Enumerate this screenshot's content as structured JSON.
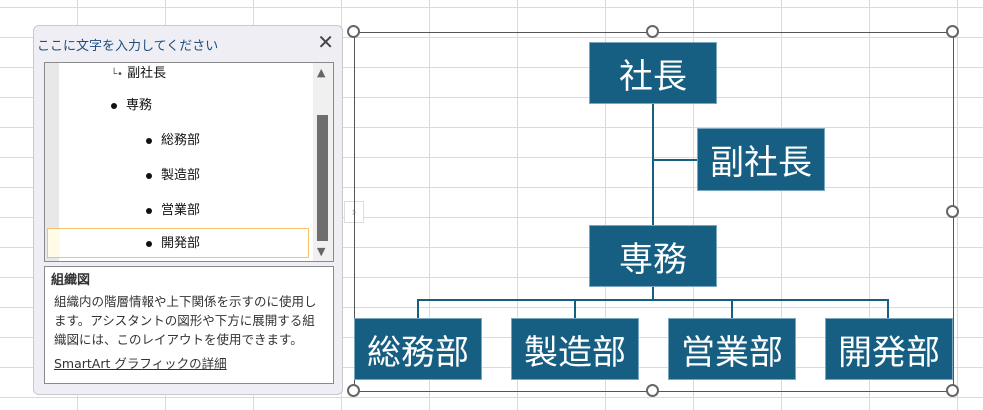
{
  "text_pane": {
    "title": "ここに文字を入力してください",
    "close": "✕",
    "items": [
      {
        "label": "副社長",
        "level": 1,
        "marker": "assistant"
      },
      {
        "label": "専務",
        "level": 1
      },
      {
        "label": "総務部",
        "level": 2
      },
      {
        "label": "製造部",
        "level": 2
      },
      {
        "label": "営業部",
        "level": 2
      },
      {
        "label": "開発部",
        "level": 2,
        "selected": true
      }
    ],
    "description_title": "組織図",
    "description": "組織内の階層情報や上下関係を示すのに使用します。アシスタントの図形や下方に展開する組織図には、このレイアウトを使用できます。",
    "link": "SmartArt グラフィックの詳細"
  },
  "expander": "›",
  "smartart": {
    "fill_color": "#175f82",
    "nodes": {
      "president": "社長",
      "vice_president": "副社長",
      "managing_director": "専務",
      "depts": [
        "総務部",
        "製造部",
        "営業部",
        "開発部"
      ]
    }
  }
}
